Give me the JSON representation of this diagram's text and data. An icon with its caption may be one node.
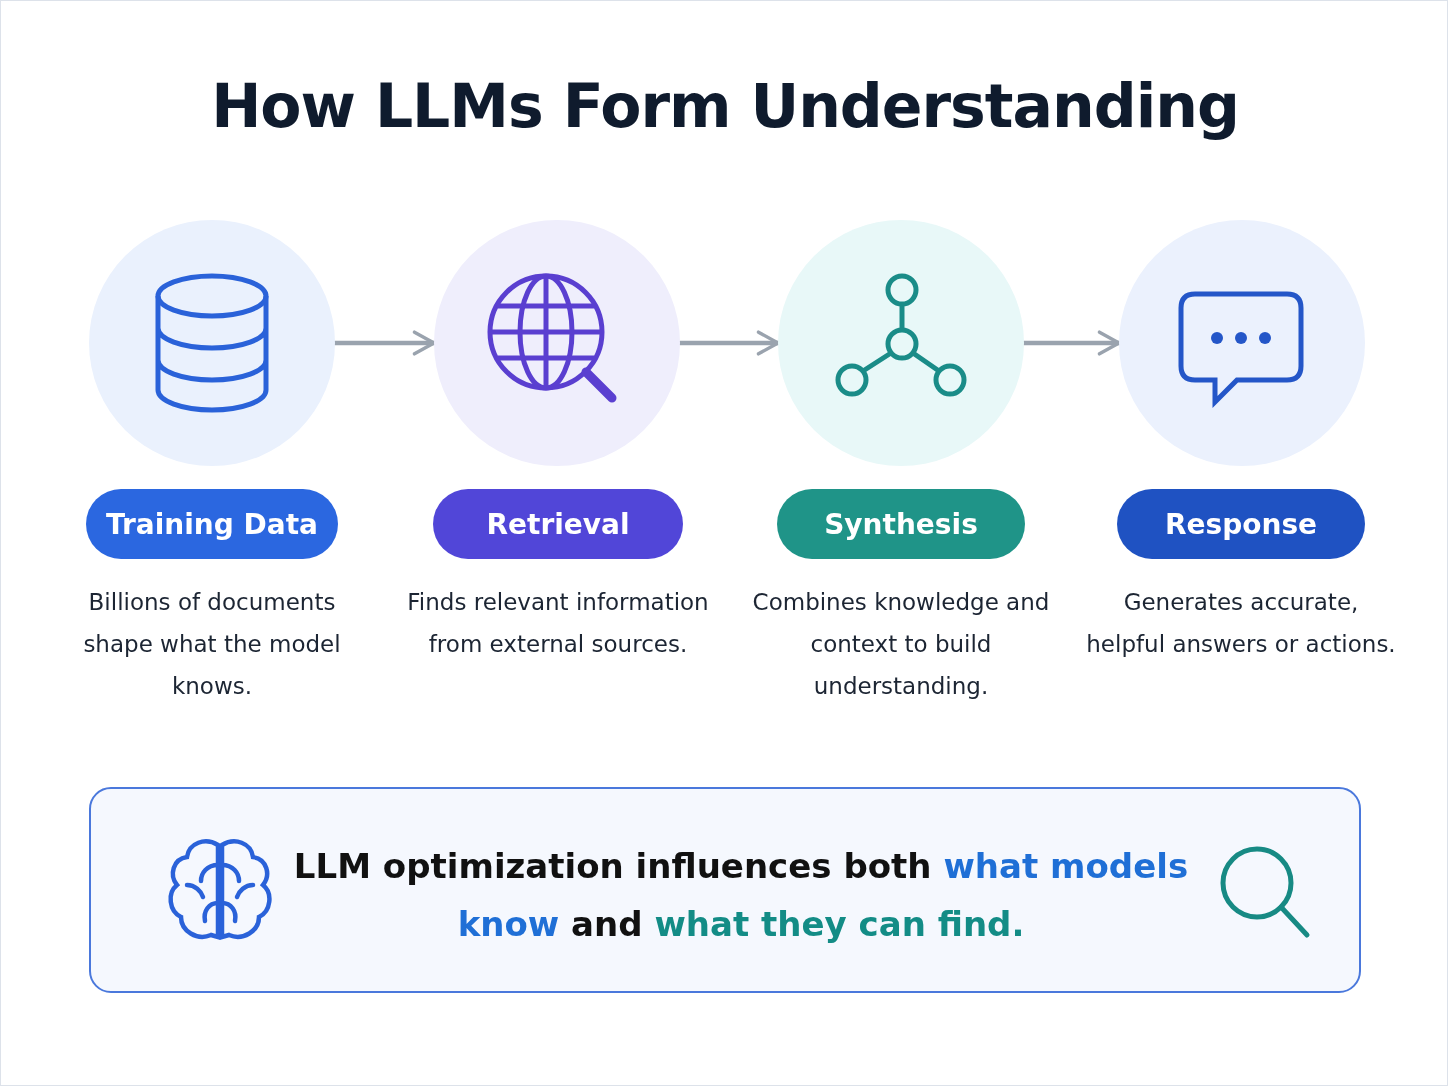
{
  "diagram": {
    "title": "How LLMs Form Understanding",
    "nodes": [
      {
        "text": [],
        "shape": "circle"
      },
      {
        "text": [],
        "shape": "circle"
      },
      {
        "text": [],
        "shape": "circle"
      },
      {
        "text": [],
        "shape": "circle"
      },
      {
        "text": [
          "Training Data"
        ],
        "beside": [
          "Billions of documents shape what the model knows."
        ]
      },
      {
        "text": [
          "Retrieval"
        ],
        "beside": [
          "Finds relevant information from external sources."
        ]
      },
      {
        "text": [
          "Synthesis"
        ],
        "beside": [
          "Combines knowledge and context to build understanding."
        ]
      },
      {
        "text": [
          "Response"
        ],
        "beside": [
          "Generates accurate, helpful answers or actions."
        ]
      },
      {
        "text": [
          "LLM optimization influences both *what models know* and **what they can find.**"
        ]
      }
    ],
    "edges": [
      {
        "from": 0,
        "to": 1,
        "arrow": "to"
      },
      {
        "from": 1,
        "to": 2,
        "arrow": "to"
      },
      {
        "from": 2,
        "to": 3,
        "arrow": "to"
      }
    ]
  }
}
